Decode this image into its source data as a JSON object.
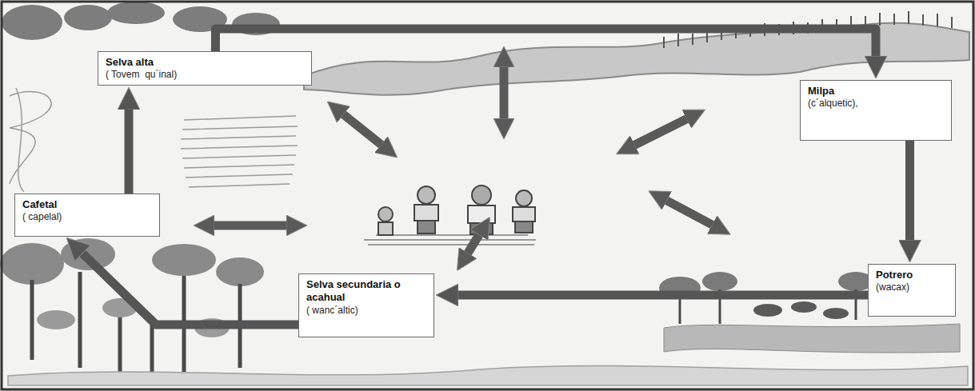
{
  "diagram": {
    "nodes": [
      {
        "text": [
          "Selva alta",
          "( Tovem  qu´inal)"
        ]
      },
      {
        "text": [
          "Milpa",
          "(c´alquetic),"
        ]
      },
      {
        "text": [
          "Cafetal",
          "( capelal)"
        ]
      },
      {
        "text": [
          "Selva secundaria o acahual",
          "( wanc´altic)"
        ]
      },
      {
        "text": [
          "Potrero",
          "(wacax)"
        ]
      }
    ],
    "edges": [
      {
        "from": 0,
        "to": 1,
        "arrow": "to"
      },
      {
        "from": 1,
        "to": 4,
        "arrow": "to"
      },
      {
        "from": 4,
        "to": 3,
        "arrow": "to"
      },
      {
        "from": 3,
        "to": 2,
        "arrow": "to"
      },
      {
        "from": 2,
        "to": 0,
        "arrow": "to"
      }
    ]
  }
}
